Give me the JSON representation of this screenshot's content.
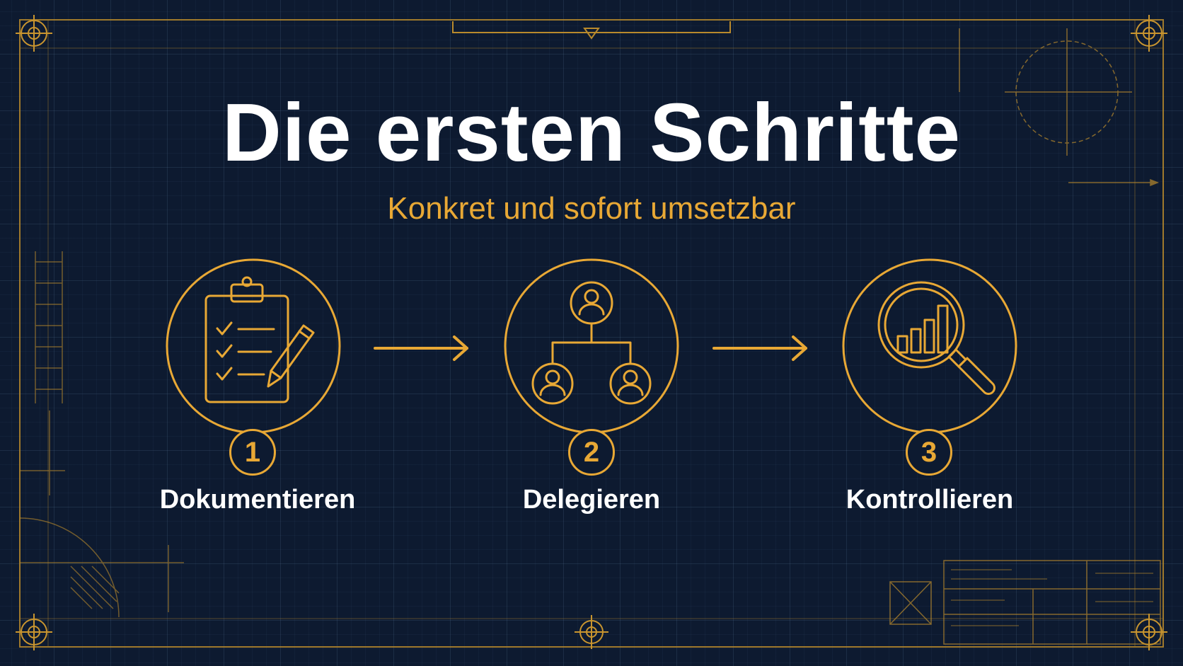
{
  "title": "Die ersten Schritte",
  "subtitle": "Konkret und sofort umsetzbar",
  "colors": {
    "background": "#0d1a30",
    "accent": "#e8a835",
    "text": "#ffffff"
  },
  "steps": [
    {
      "number": "1",
      "label": "Dokumentieren",
      "icon": "clipboard-checklist-pencil-icon"
    },
    {
      "number": "2",
      "label": "Delegieren",
      "icon": "org-chart-people-icon"
    },
    {
      "number": "3",
      "label": "Kontrollieren",
      "icon": "magnifier-bar-chart-icon"
    }
  ]
}
